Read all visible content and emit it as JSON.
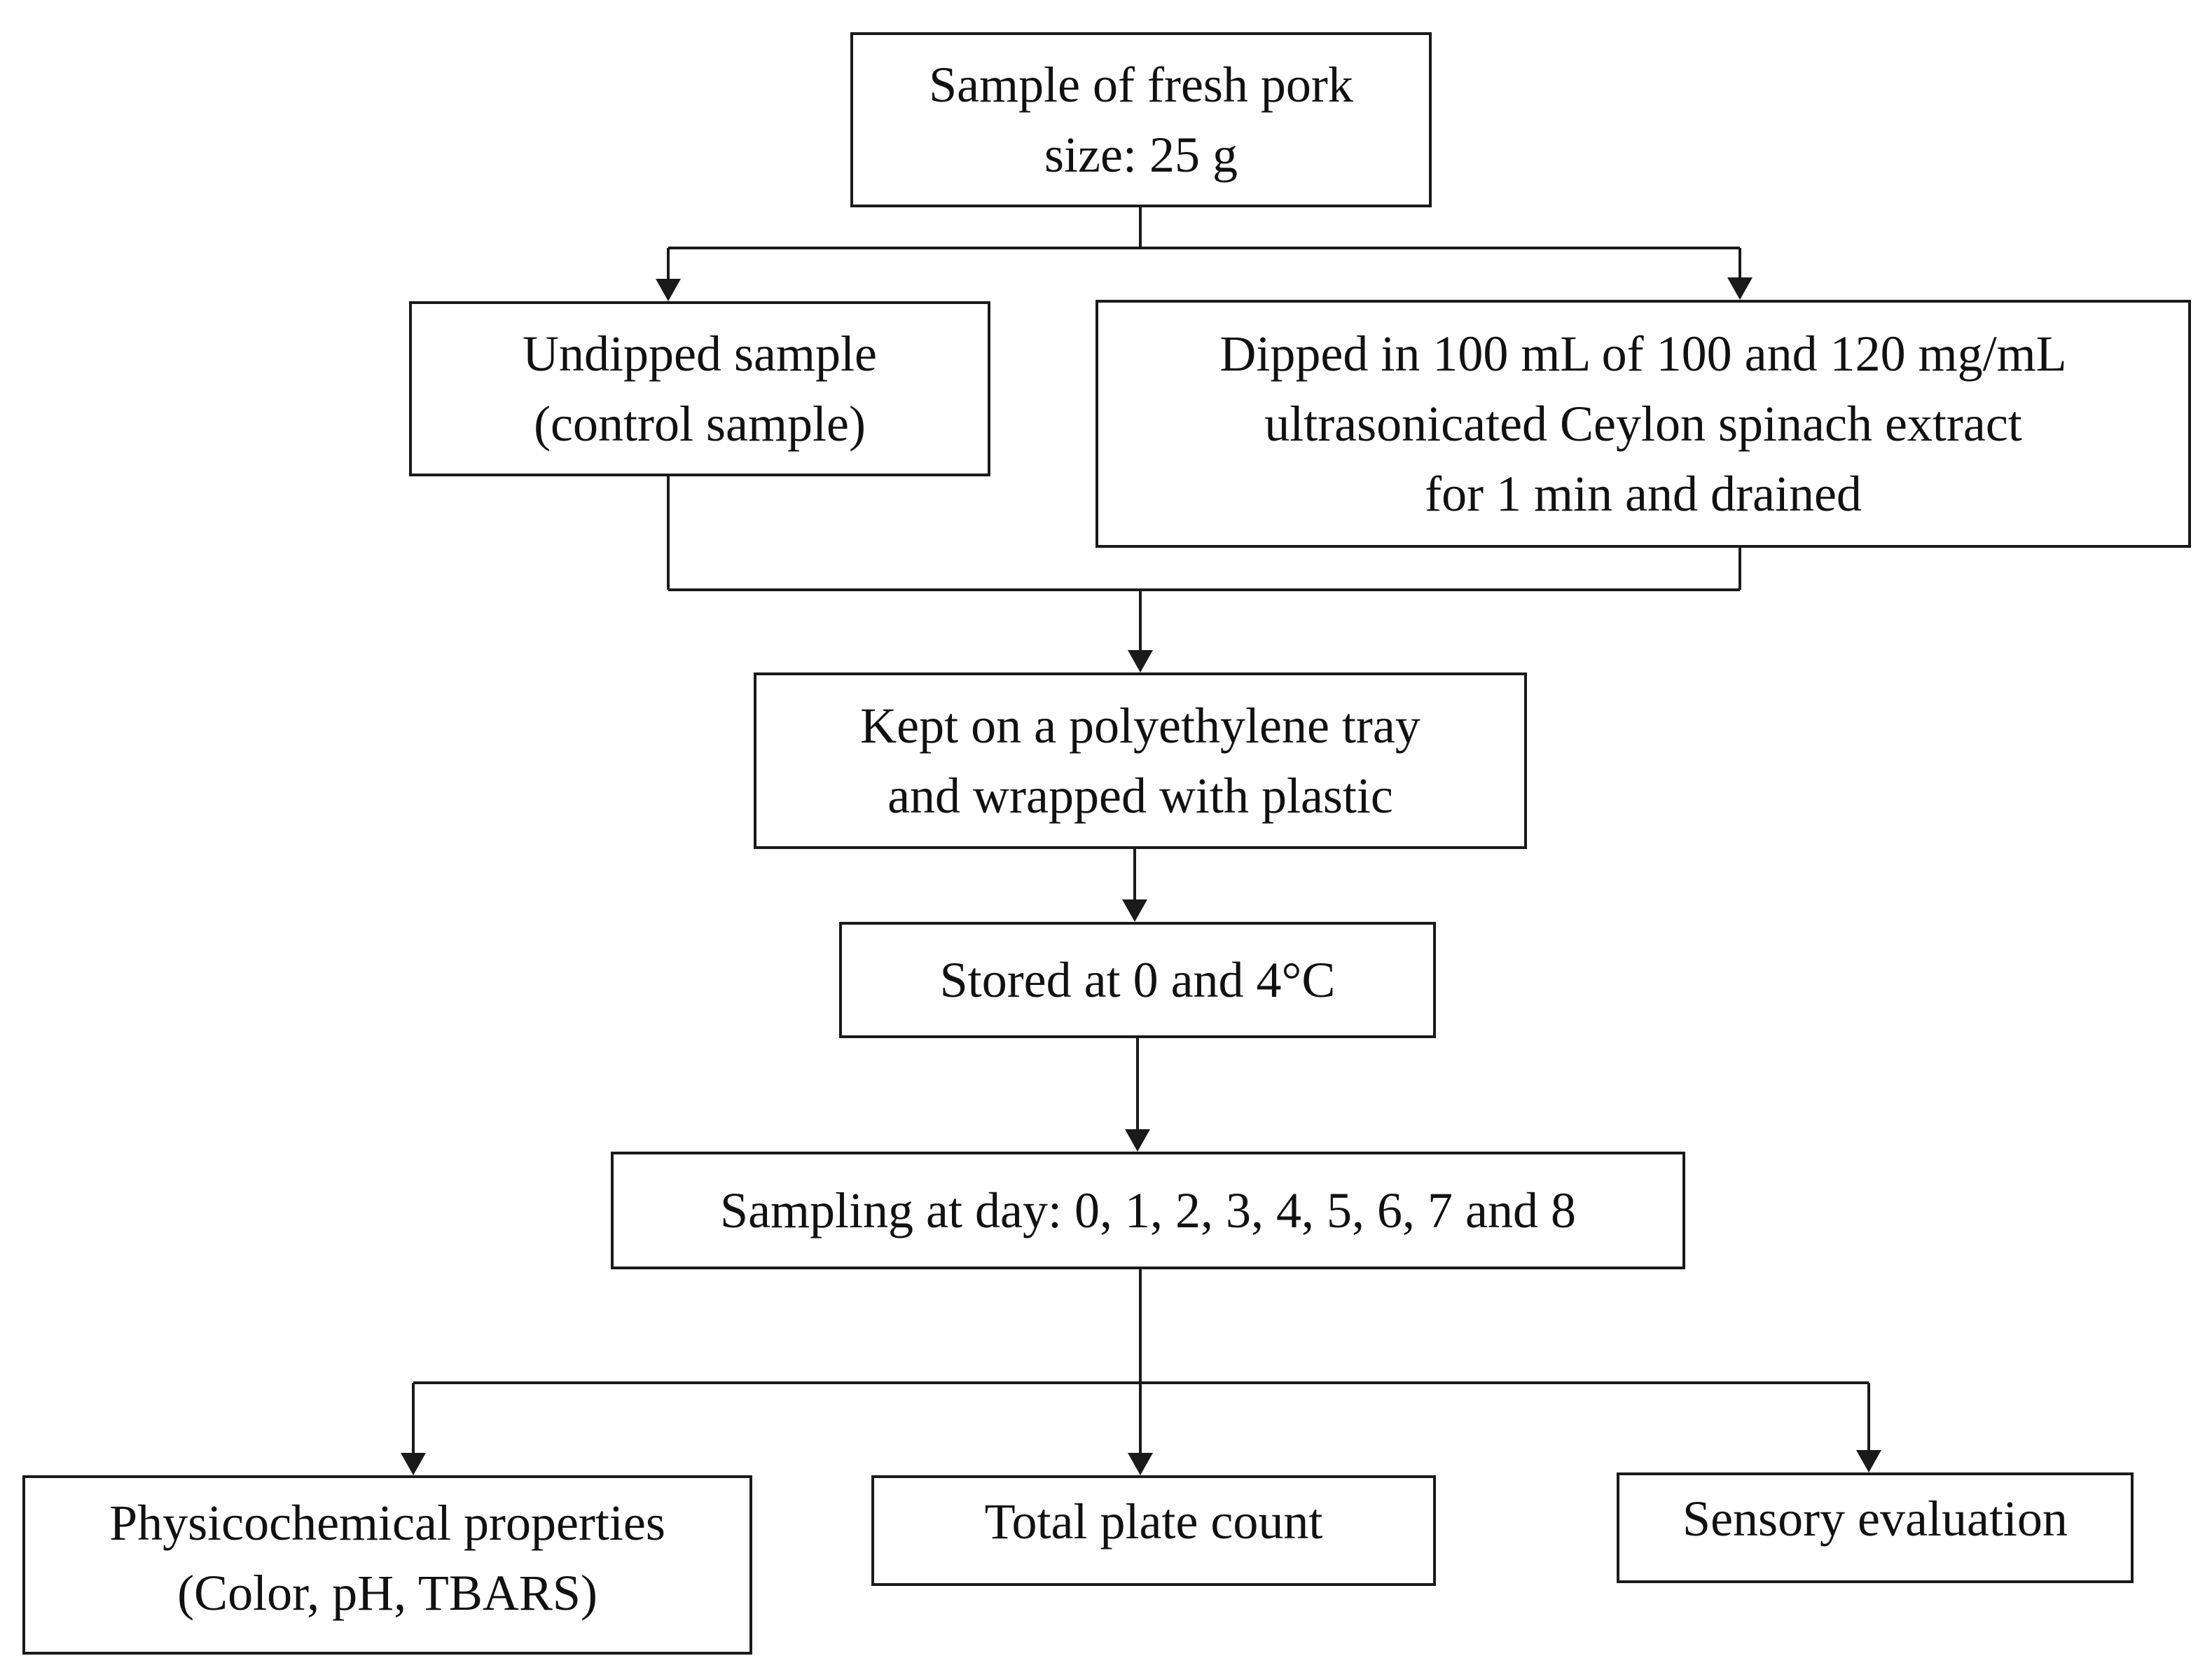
{
  "nodes": {
    "fresh_pork": [
      "Sample of fresh pork",
      "size: 25 g"
    ],
    "undipped": [
      "Undipped sample",
      "(control sample)"
    ],
    "dipped": [
      "Dipped in 100 mL of 100 and 120 mg/mL",
      "ultrasonicated Ceylon spinach extract",
      "for 1 min and drained"
    ],
    "tray": [
      "Kept on a polyethylene tray",
      "and wrapped with plastic"
    ],
    "stored": [
      "Stored at 0 and 4°C"
    ],
    "sampling": [
      "Sampling at day: 0, 1, 2, 3, 4, 5, 6, 7 and 8"
    ],
    "physicochemical": [
      "Physicochemical properties",
      "(Color, pH, TBARS)"
    ],
    "total_plate_count": [
      "Total plate count"
    ],
    "sensory": [
      "Sensory evaluation"
    ]
  }
}
